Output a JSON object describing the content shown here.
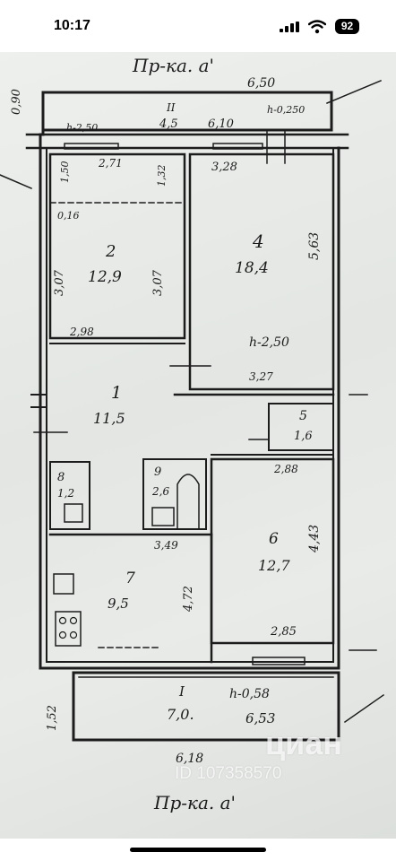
{
  "status_bar": {
    "time": "10:17",
    "battery": "92"
  },
  "floor_plan": {
    "top_title": "Пр-ка. а'",
    "bottom_title": "Пр-ка. а'",
    "balcony_top": {
      "label": "II",
      "area": "4,5",
      "height": "h-2,50",
      "height_right": "h-0,250"
    },
    "rooms": [
      {
        "id": "1",
        "area": "11,5"
      },
      {
        "id": "2",
        "area": "12,9"
      },
      {
        "id": "4",
        "area": "18,4"
      },
      {
        "id": "5",
        "area": "1,6"
      },
      {
        "id": "6",
        "area": "12,7"
      },
      {
        "id": "7",
        "area": "9,5"
      },
      {
        "id": "8",
        "area": "1,2"
      },
      {
        "id": "9",
        "area": "2,6"
      }
    ],
    "balcony_bottom": {
      "label": "I",
      "area": "7,0.",
      "height": "h-0,58"
    },
    "ceiling_height": "h-2,50",
    "dimensions": {
      "top_overall": "6,50",
      "top_left_side": "0,90",
      "balcony_inner": "6,10",
      "room2_top": "2,71",
      "room2_top_left": "1,50",
      "room2_top_right": "1,32",
      "room2_small": "0,16",
      "room2_left": "3,07",
      "room2_right": "3,07",
      "room2_bottom": "2,98",
      "room4_top": "3,28",
      "room4_right": "5,63",
      "room4_bottom": "3,27",
      "room6_top": "2,88",
      "room6_right": "4,43",
      "room6_bottom": "2,85",
      "room7_top": "3,49",
      "room7_right": "4,72",
      "balcony_bottom_left": "1,52",
      "balcony_bottom_mid": "6,53",
      "bottom_overall": "6,18"
    }
  },
  "watermark": {
    "brand": "циан",
    "id": "ID 107358570"
  }
}
